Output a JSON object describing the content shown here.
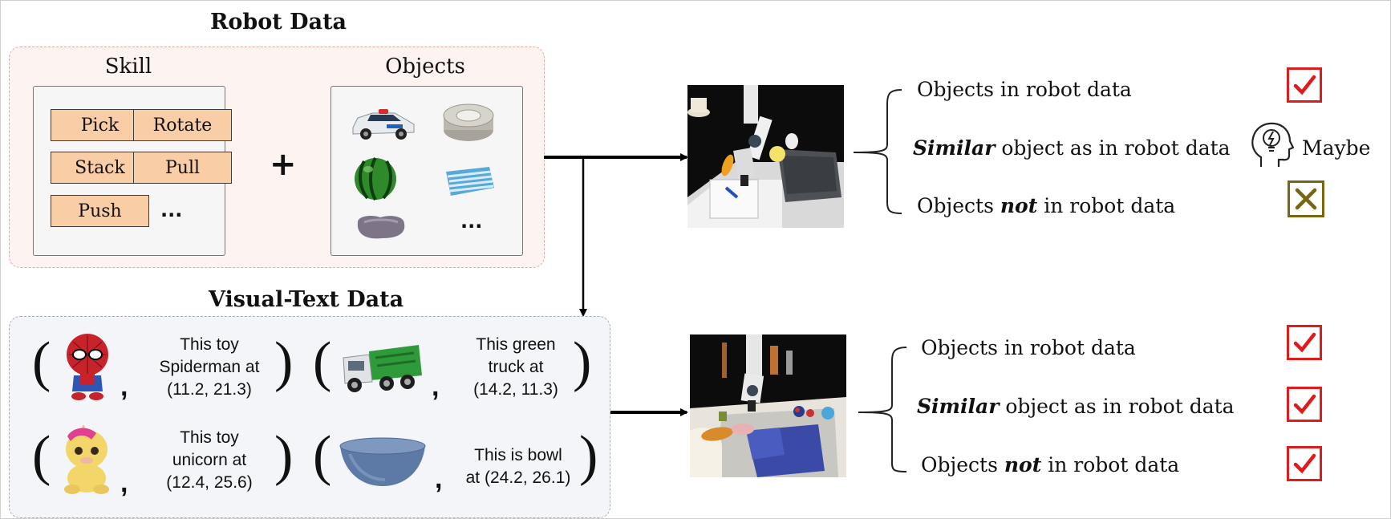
{
  "robot_data": {
    "title": "Robot Data",
    "skill_label": "Skill",
    "skills": [
      "Pick",
      "Rotate",
      "Stack",
      "Pull",
      "Push"
    ],
    "skills_more": "...",
    "plus": "+",
    "objects_label": "Objects",
    "objects_more": "..."
  },
  "visual_text_data": {
    "title": "Visual-Text Data",
    "pairs": [
      {
        "lines": [
          "This toy",
          "Spiderman at",
          "(11.2, 21.3)"
        ]
      },
      {
        "lines": [
          "This green",
          "truck at",
          "(14.2, 11.3)"
        ]
      },
      {
        "lines": [
          "This toy",
          "unicorn at",
          "(12.4, 25.6)"
        ]
      },
      {
        "lines": [
          "This is bowl",
          "at (24.2, 26.1)"
        ]
      }
    ],
    "open_paren": "(",
    "close_paren": ")",
    "comma": ","
  },
  "results_top": {
    "items": [
      {
        "prefix": "",
        "emph": "",
        "text": "Objects in robot data",
        "status": "check"
      },
      {
        "prefix": "",
        "emph": "Similar",
        "text": " object as in robot data",
        "status": "maybe"
      },
      {
        "prefix": "Objects ",
        "emph": "not",
        "text": " in robot data",
        "status": "cross"
      }
    ],
    "maybe_label": "Maybe"
  },
  "results_bottom": {
    "items": [
      {
        "prefix": "",
        "emph": "",
        "text": "Objects in robot data",
        "status": "check"
      },
      {
        "prefix": "",
        "emph": "Similar",
        "text": " object as in robot data",
        "status": "check"
      },
      {
        "prefix": "Objects ",
        "emph": "not",
        "text": " in robot data",
        "status": "check"
      }
    ]
  },
  "colors": {
    "check": "#e01b1b",
    "cross": "#7a6512",
    "skill_fill": "#f9cda6",
    "robot_panel": "#fdf3f1",
    "vt_panel": "#f3f5f8"
  },
  "icons": [
    "check-icon",
    "cross-icon",
    "lightbulb-head-icon",
    "arrow-icon",
    "brace-icon"
  ]
}
